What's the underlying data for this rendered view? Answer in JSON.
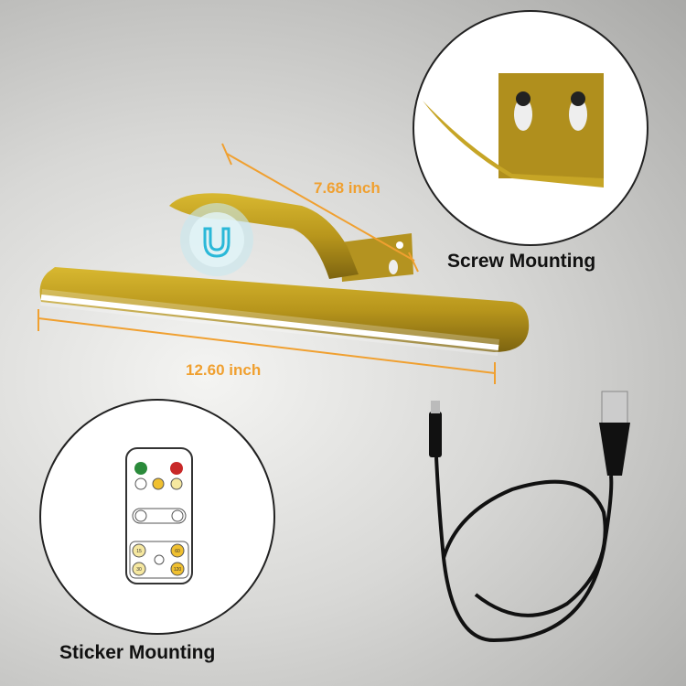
{
  "labels": {
    "arm_length": "7.68 inch",
    "bar_length": "12.60 inch",
    "screw_mounting": "Screw Mounting",
    "sticker_mounting": "Sticker Mounting"
  },
  "remote": {
    "timer_buttons": [
      "15",
      "30",
      "60",
      "120"
    ]
  },
  "colors": {
    "lamp_gold": "#b8961c",
    "dimension_orange": "#f0a030",
    "magnet_cyan": "#2ab8d8"
  },
  "icons": [
    "magnet-icon",
    "clock-icon",
    "minus-icon",
    "plus-icon",
    "sun-icon"
  ]
}
